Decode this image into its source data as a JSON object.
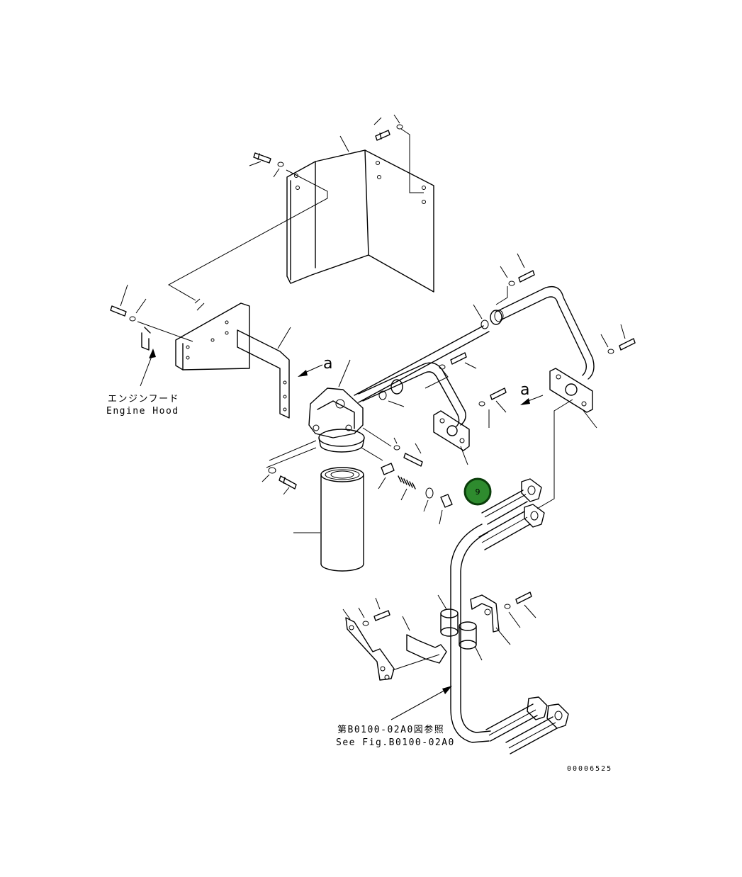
{
  "labels": {
    "engine_hood_jp": "エンジンフード",
    "engine_hood_en": "Engine Hood",
    "see_fig_jp": "第B0100-02A0図参照",
    "see_fig_en": "See Fig.B0100-02A0",
    "view_marker_left": "a",
    "view_marker_right": "a",
    "drawing_number": "00006525"
  },
  "callout": {
    "number": "9",
    "fill_color": "#2e8b2e",
    "stroke_color": "#0a3d0a"
  }
}
